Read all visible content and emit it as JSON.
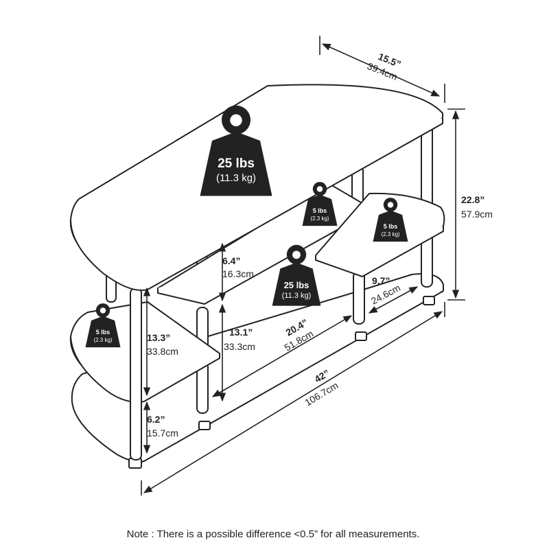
{
  "dimensions": {
    "depth": {
      "imperial": "15.5”",
      "metric": "39.4cm"
    },
    "height": {
      "imperial": "22.8”",
      "metric": "57.9cm"
    },
    "width": {
      "imperial": "42”",
      "metric": "106.7cm"
    },
    "inner_width": {
      "imperial": "20.4”",
      "metric": "51.8cm"
    },
    "shelf_depth": {
      "imperial": "9.7”",
      "metric": "24.6cm"
    },
    "top_gap": {
      "imperial": "6.4”",
      "metric": "16.3cm"
    },
    "middle_gap_left": {
      "imperial": "13.3”",
      "metric": "33.8cm"
    },
    "middle_gap_center": {
      "imperial": "13.1”",
      "metric": "33.3cm"
    },
    "bottom_gap": {
      "imperial": "6.2”",
      "metric": "15.7cm"
    }
  },
  "weights": {
    "top": {
      "lbs": "25 lbs",
      "kg": "(11.3 kg)"
    },
    "center": {
      "lbs": "25 lbs",
      "kg": "(11.3 kg)"
    },
    "upper_small_shelf": {
      "lbs": "5 lbs",
      "kg": "(2.3 kg)"
    },
    "right_shelf": {
      "lbs": "5 lbs",
      "kg": "(2.3 kg)"
    },
    "left_shelf": {
      "lbs": "5 lbs",
      "kg": "(2.3 kg)"
    }
  },
  "note": "Note : There is a possible difference <0.5” for all measurements."
}
